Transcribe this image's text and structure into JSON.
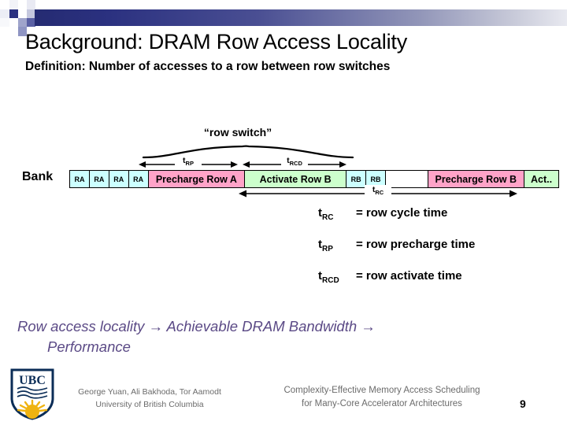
{
  "title": "Background: DRAM Row Access Locality",
  "subtitle": "Definition: Number of accesses to a row between row switches",
  "diagram": {
    "callout": "“row switch”",
    "bank_label": "Bank",
    "arrows": [
      {
        "name": "trp",
        "label_main": "t",
        "label_sub": "RP"
      },
      {
        "name": "trcd",
        "label_main": "t",
        "label_sub": "RCD"
      },
      {
        "name": "trc",
        "label_main": "t",
        "label_sub": "RC"
      }
    ],
    "segments": [
      {
        "label": "RA",
        "kind": "small",
        "color": "#ccffff",
        "width": 26
      },
      {
        "label": "RA",
        "kind": "small",
        "color": "#ccffff",
        "width": 26
      },
      {
        "label": "RA",
        "kind": "small",
        "color": "#ccffff",
        "width": 26
      },
      {
        "label": "RA",
        "kind": "small",
        "color": "#ccffff",
        "width": 26
      },
      {
        "label": "Precharge Row A",
        "kind": "big",
        "color": "#ffa3c8",
        "width": 128
      },
      {
        "label": "Activate Row B",
        "kind": "big",
        "color": "#ccffcc",
        "width": 135
      },
      {
        "label": "RB",
        "kind": "small",
        "color": "#ccffff",
        "width": 26
      },
      {
        "label": "RB",
        "kind": "small",
        "color": "#ccffff",
        "width": 26
      },
      {
        "label": "",
        "kind": "small",
        "color": "#ffffff",
        "width": 56
      },
      {
        "label": "Precharge Row B",
        "kind": "big",
        "color": "#ffa3c8",
        "width": 128
      },
      {
        "label": "Act..",
        "kind": "big",
        "color": "#ccffcc",
        "width": 45
      }
    ]
  },
  "legend": [
    {
      "sym_main": "t",
      "sym_sub": "RC",
      "desc": "= row cycle time"
    },
    {
      "sym_main": "t",
      "sym_sub": "RP",
      "desc": "= row precharge time"
    },
    {
      "sym_main": "t",
      "sym_sub": "RCD",
      "desc": "= row activate time"
    }
  ],
  "locality_line": {
    "first": "Row access locality → Achievable DRAM Bandwidth →",
    "second": "Performance"
  },
  "footer": {
    "authors_line1": "George Yuan, Ali Bakhoda, Tor Aamodt",
    "authors_line2": "University of British Columbia",
    "paper_line1": "Complexity-Effective Memory Access Scheduling",
    "paper_line2": "for Many-Core Accelerator Architectures",
    "slide_number": "9",
    "logo_text": "UBC"
  },
  "colors": {
    "band_dark": "#252b72",
    "pink": "#ffa3c8",
    "green": "#ccffcc",
    "blue": "#ccffff",
    "purple_text": "#5b4a86",
    "footer_gray": "#6b6b6b"
  }
}
